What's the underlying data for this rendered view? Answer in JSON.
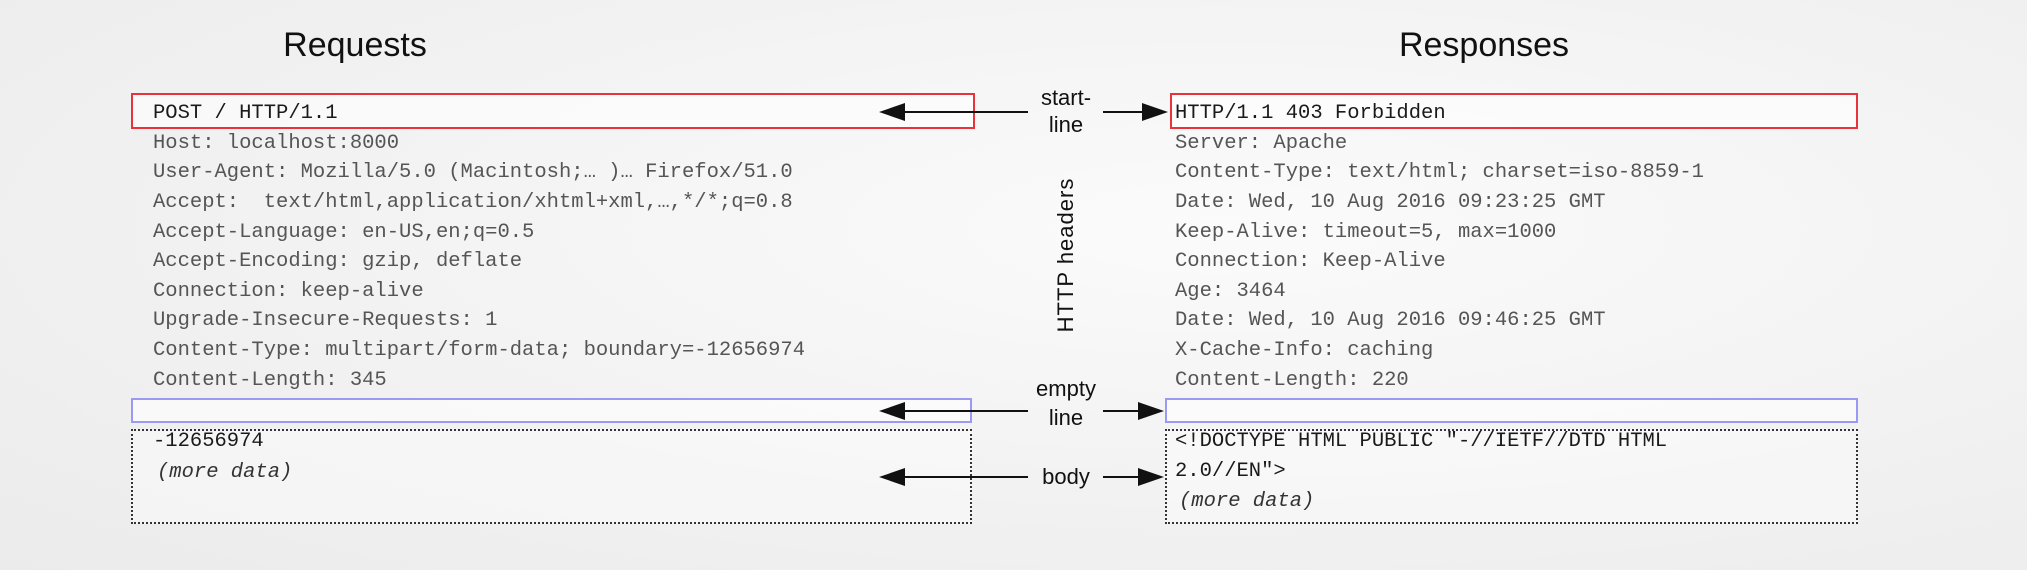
{
  "requests": {
    "title": "Requests",
    "start_line": "POST / HTTP/1.1",
    "headers": [
      "Host: localhost:8000",
      "User-Agent: Mozilla/5.0 (Macintosh;… )… Firefox/51.0",
      "Accept:  text/html,application/xhtml+xml,…,*/*;q=0.8",
      "Accept-Language: en-US,en;q=0.5",
      "Accept-Encoding: gzip, deflate",
      "Connection: keep-alive",
      "Upgrade-Insecure-Requests: 1",
      "Content-Type: multipart/form-data; boundary=-12656974",
      "Content-Length: 345"
    ],
    "body": [
      "-12656974",
      "(more data)"
    ]
  },
  "responses": {
    "title": "Responses",
    "start_line": "HTTP/1.1 403 Forbidden",
    "headers": [
      "Server: Apache",
      "Content-Type: text/html; charset=iso-8859-1",
      "Date: Wed, 10 Aug 2016 09:23:25 GMT",
      "Keep-Alive: timeout=5, max=1000",
      "Connection: Keep-Alive",
      "Age: 3464",
      "Date: Wed, 10 Aug 2016 09:46:25 GMT",
      "X-Cache-Info: caching",
      "Content-Length: 220"
    ],
    "body": [
      "<!DOCTYPE HTML PUBLIC \"-//IETF//DTD HTML",
      "2.0//EN\">",
      "(more data)"
    ]
  },
  "labels": {
    "start_line": [
      "start-",
      "line"
    ],
    "headers": "HTTP headers",
    "empty_line": [
      "empty",
      "line"
    ],
    "body": "body"
  },
  "colors": {
    "start_line_box": "#e8333a",
    "empty_line_box": "#9a9af5",
    "body_box": "#333333"
  }
}
